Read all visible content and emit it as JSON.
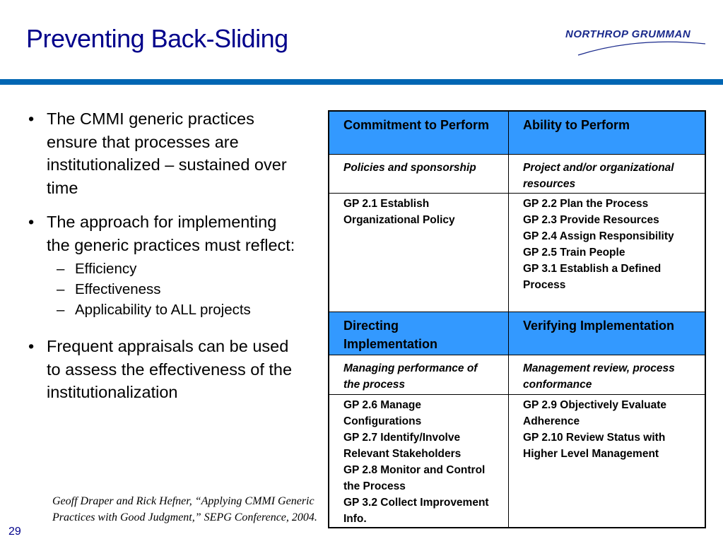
{
  "slide": {
    "title": "Preventing Back-Sliding",
    "logo_text": "NORTHROP GRUMMAN",
    "page_number": "29",
    "accent_color": "#0066B3",
    "header_cell_color": "#3399FF"
  },
  "bullets": [
    {
      "text": "The CMMI generic practices ensure that processes are institutionalized – sustained over time"
    },
    {
      "text": "The approach for implementing the generic practices must reflect:",
      "subs": [
        "Efficiency",
        "Effectiveness",
        "Applicability to ALL projects"
      ]
    },
    {
      "text": "Frequent appraisals can be used to assess the effectiveness of the institutionalization"
    }
  ],
  "table": {
    "top_left_header": "Commitment to Perform",
    "top_right_header": "Ability to Perform",
    "top_left_desc": "Policies and sponsorship",
    "top_right_desc": "Project and/or organizational resources",
    "top_left_gps": [
      "GP 2.1 Establish Organizational Policy"
    ],
    "top_right_gps": [
      "GP 2.2 Plan the Process",
      "GP 2.3 Provide Resources",
      "GP 2.4 Assign Responsibility",
      "GP 2.5 Train People",
      "GP 3.1 Establish a Defined Process"
    ],
    "bottom_left_header": "Directing Implementation",
    "bottom_right_header": "Verifying Implementation",
    "bottom_left_desc": "Managing performance of the process",
    "bottom_right_desc": "Management review, process conformance",
    "bottom_left_gps": [
      "GP 2.6 Manage Configurations",
      "GP 2.7 Identify/Involve Relevant Stakeholders",
      "GP 2.8 Monitor and Control the Process",
      "GP 3.2 Collect Improvement Info."
    ],
    "bottom_right_gps": [
      "GP 2.9 Objectively Evaluate  Adherence",
      "GP 2.10 Review Status with Higher Level Management"
    ]
  },
  "citation": "Geoff Draper  and Rick Hefner, “Applying CMMI Generic Practices with Good Judgment,” SEPG Conference, 2004."
}
